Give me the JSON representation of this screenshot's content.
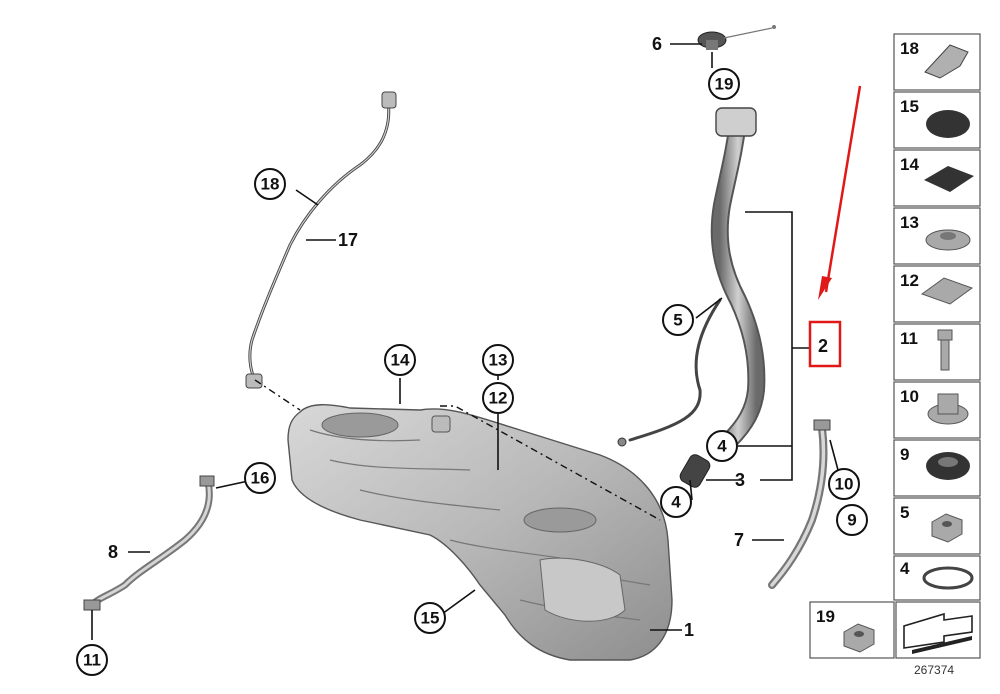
{
  "callouts": {
    "c1": "1",
    "c2": "2",
    "c3": "3",
    "c4a": "4",
    "c4b": "4",
    "c5": "5",
    "c6": "6",
    "c7": "7",
    "c8": "8",
    "c9": "9",
    "c10": "10",
    "c11": "11",
    "c12": "12",
    "c13": "13",
    "c14": "14",
    "c15": "15",
    "c16": "16",
    "c17": "17",
    "c18": "18",
    "c19": "19"
  },
  "parts_panel": {
    "items": [
      "18",
      "15",
      "14",
      "13",
      "12",
      "11",
      "10",
      "9",
      "5",
      "4"
    ],
    "bottom_left": "19",
    "catalog_number": "267374"
  },
  "highlight_color": "#e11818",
  "arrow_color": "#e11818"
}
